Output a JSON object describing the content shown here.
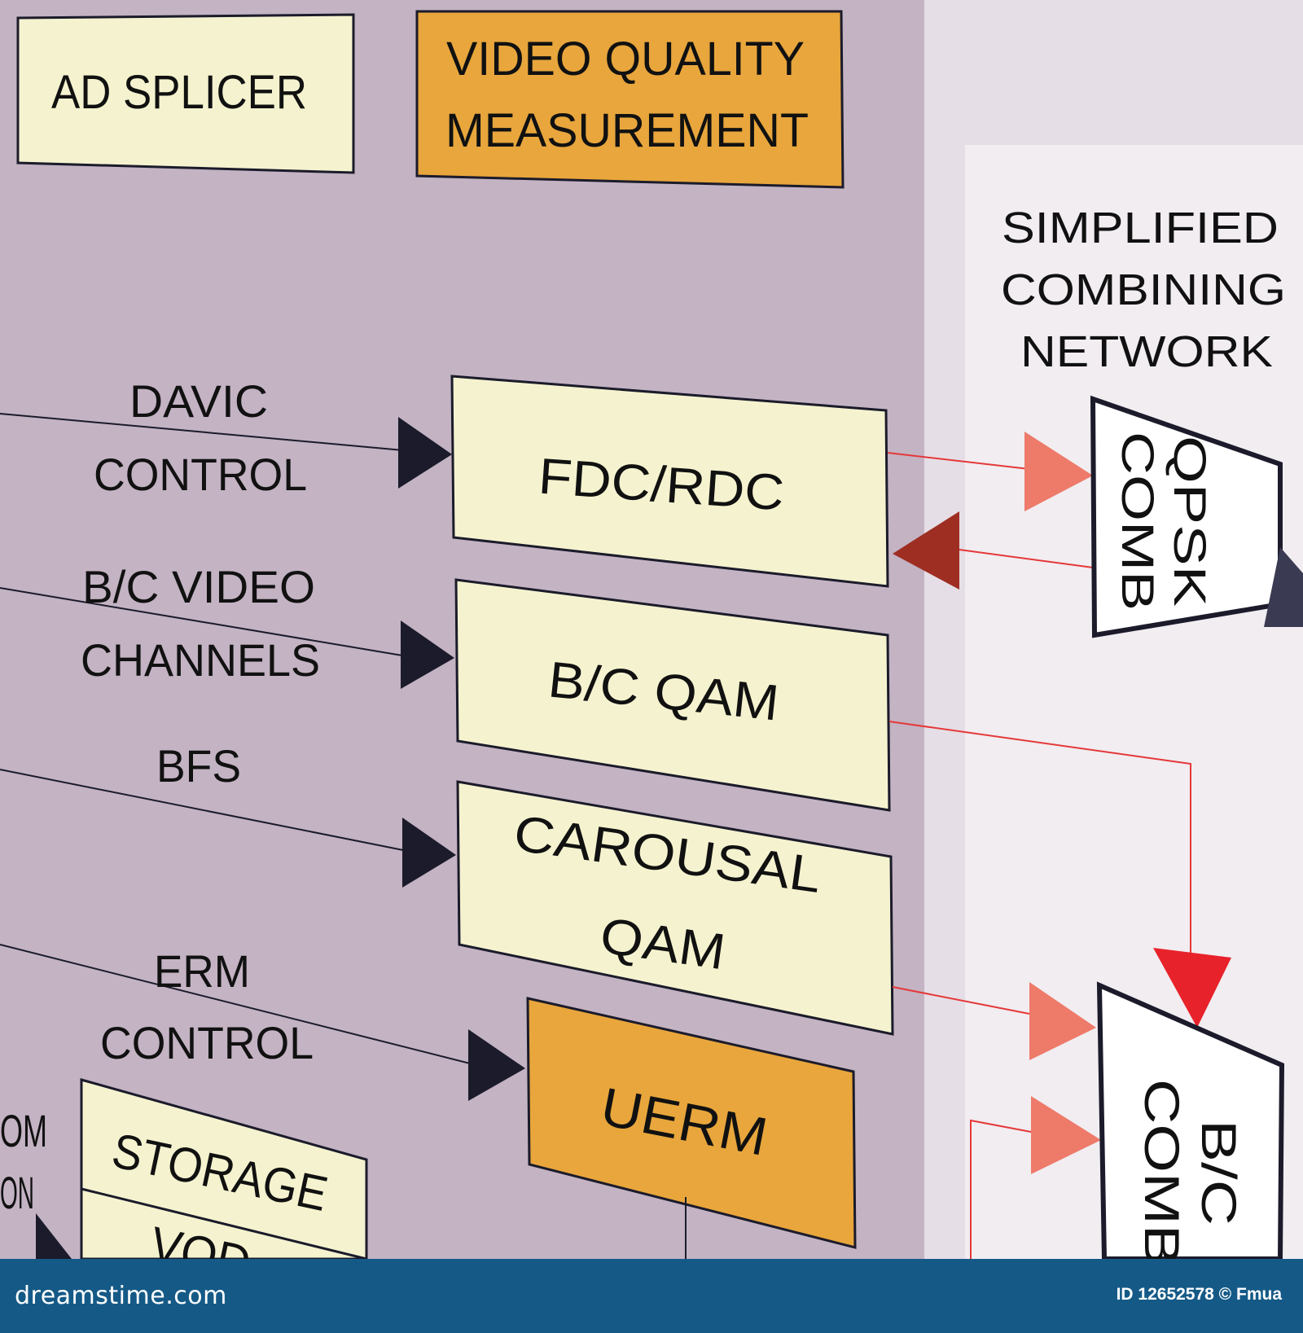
{
  "diagram": {
    "section_title": [
      "SIMPLIFIED",
      "COMBINING",
      "NETWORK"
    ],
    "boxes": {
      "ad_splicer": "AD SPLICER",
      "video_quality": [
        "VIDEO QUALITY",
        "MEASUREMENT"
      ],
      "fdc_rdc": "FDC/RDC",
      "bc_qam": "B/C QAM",
      "carousal_qam": [
        "CAROUSAL",
        "QAM"
      ],
      "uerm": "UERM",
      "storage": "STORAGE",
      "storage_cut": "VOD",
      "qpsk_comb": [
        "QPSK",
        "COMB"
      ],
      "bc_comb": [
        "B/C",
        "COMB"
      ]
    },
    "inputs": {
      "davic": [
        "DAVIC",
        "CONTROL"
      ],
      "bc_video": [
        "B/C  VIDEO",
        "CHANNELS"
      ],
      "bfs": "BFS",
      "erm": [
        "ERM",
        "CONTROL"
      ],
      "cut_left": [
        "OM",
        "ON"
      ]
    },
    "colors": {
      "background": "#c3b3c3",
      "right_panel": "#e6dee6",
      "box_cream": "#f5f3cf",
      "box_orange": "#e8a63c",
      "arrow_dark": "#1b1b2b",
      "line_red": "#e53838",
      "arrow_salmon": "#ee7a6a",
      "arrow_brown": "#9e2e22",
      "arrow_red": "#e8222a"
    }
  },
  "footer": {
    "site": "dreamstime.com",
    "id_text": "ID 12652578 © Fmua"
  }
}
